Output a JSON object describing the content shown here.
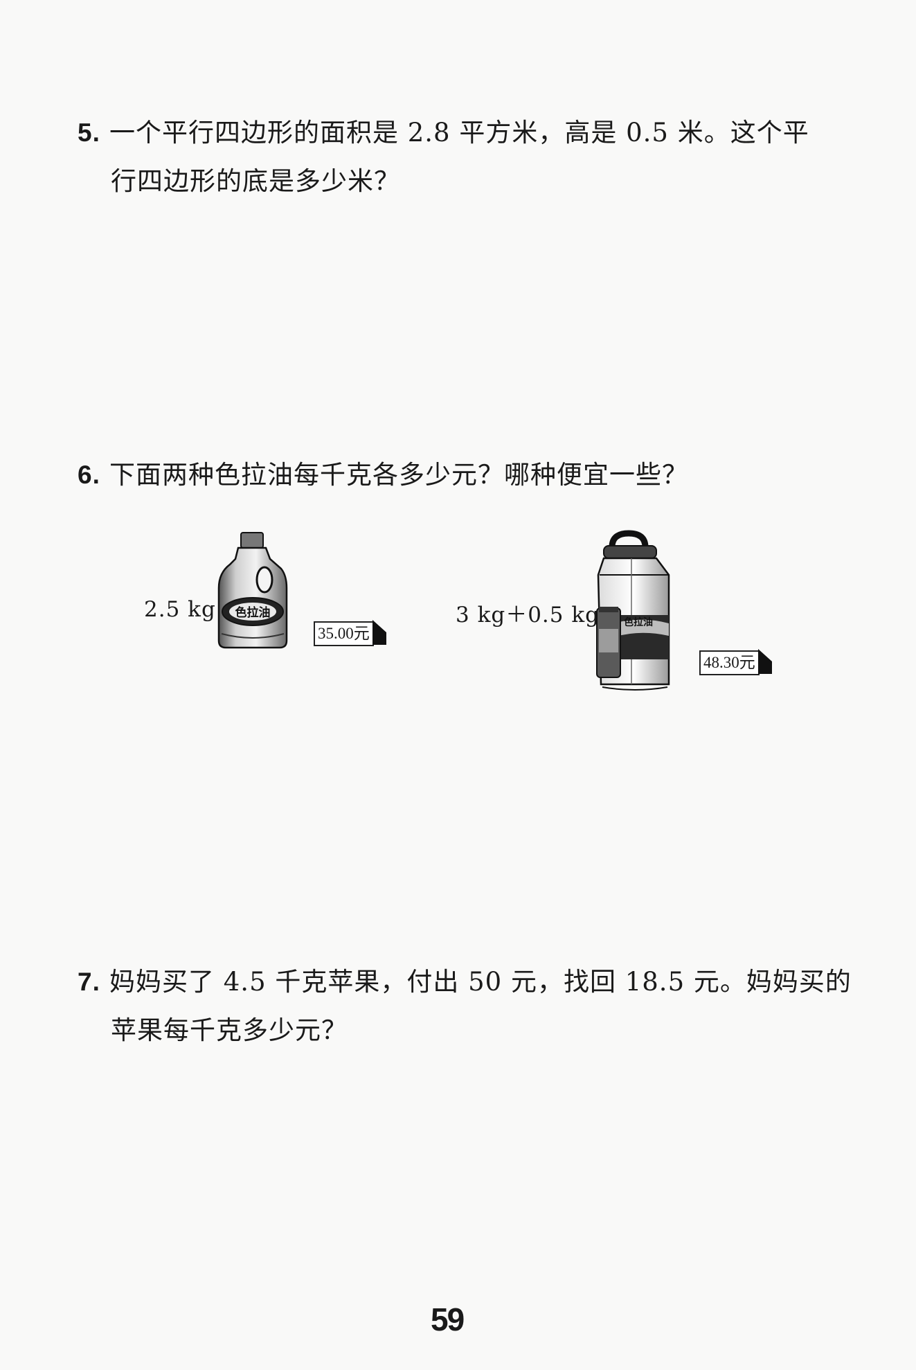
{
  "problems": [
    {
      "number": "5.",
      "line1": "一个平行四边形的面积是 2.8 平方米，高是 0.5 米。这个平",
      "line2": "行四边形的底是多少米？"
    },
    {
      "number": "6.",
      "line1": "下面两种色拉油每千克各多少元？哪种便宜一些？",
      "items": [
        {
          "weight": "2.5 kg",
          "price": "35.00元",
          "label": "色拉油",
          "icon": "oil-jug-icon"
        },
        {
          "weight": "3 kg＋0.5 kg",
          "price": "48.30元",
          "label": "色拉油",
          "icon": "oil-bottle-bundle-icon"
        }
      ]
    },
    {
      "number": "7.",
      "line1": "妈妈买了 4.5 千克苹果，付出 50 元，找回 18.5 元。妈妈买的",
      "line2": "苹果每千克多少元？"
    }
  ],
  "page_number": "59"
}
